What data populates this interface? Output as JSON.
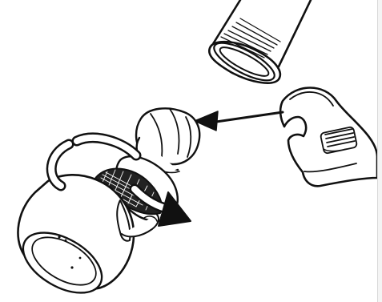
{
  "illustration": {
    "colors": {
      "ink": "#111111",
      "paper": "#ffffff",
      "frame": "#d8d8d8"
    },
    "parts": [
      "threaded-pipe",
      "adjustable-wrench",
      "shower-head",
      "swivel-nut"
    ],
    "arrows": [
      "wrench-to-nut-arrow",
      "loosen-rotation-arrow"
    ],
    "rotation_direction": "counterclockwise"
  }
}
